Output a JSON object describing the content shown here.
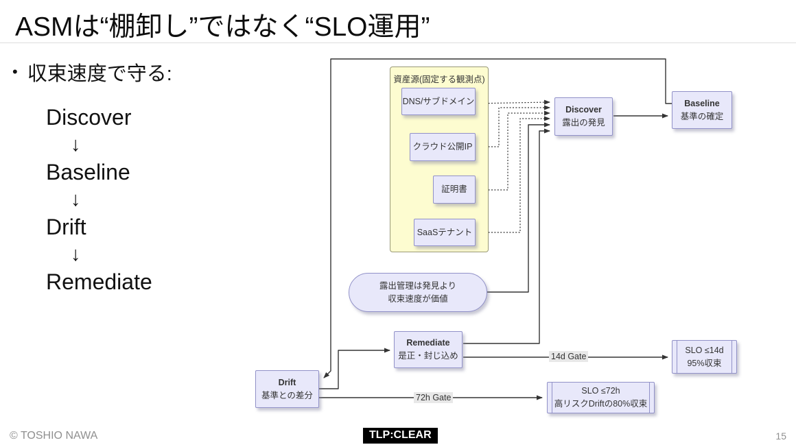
{
  "slide": {
    "title": "ASMは“棚卸し”ではなく“SLO運用”",
    "bullet": {
      "marker": "•",
      "text": "収束速度で守る:"
    },
    "flow_steps": [
      "Discover",
      "↓",
      "Baseline",
      "↓",
      "Drift",
      "↓",
      "Remediate"
    ]
  },
  "diagram": {
    "cluster": {
      "label": "資産源(固定する観測点)",
      "items": [
        "DNS/サブドメイン",
        "クラウド公開IP",
        "証明書",
        "SaaSテナント"
      ]
    },
    "nodes": {
      "discover": {
        "title": "Discover",
        "subtitle": "露出の発見"
      },
      "baseline": {
        "title": "Baseline",
        "subtitle": "基準の確定"
      },
      "drift": {
        "title": "Drift",
        "subtitle": "基準との差分"
      },
      "remediate": {
        "title": "Remediate",
        "subtitle": "是正・封じ込め"
      },
      "value_note": {
        "line1": "露出管理は発見より",
        "line2": "収束速度が価値"
      },
      "slo_14d": {
        "title": "SLO ≤14d",
        "subtitle": "95%収束"
      },
      "slo_72h": {
        "title": "SLO ≤72h",
        "subtitle": "高リスクDriftの80%収束"
      }
    },
    "edge_labels": {
      "gate_14d": "14d Gate",
      "gate_72h": "72h Gate"
    }
  },
  "footer": {
    "copyright": "© TOSHIO NAWA",
    "tlp_badge": "TLP:CLEAR",
    "page_number": "15"
  },
  "colors": {
    "node-fill": "#e8e8fa",
    "node-border": "#9191c8",
    "cluster-fill": "#fdfcd0",
    "cluster-border": "#999977",
    "edge": "#333333",
    "edge-label-bg": "#e8e8e8",
    "divider": "#dddddd",
    "tlp-bg": "#000000",
    "tlp-text": "#ffffff",
    "footer-text": "#8f8f8f"
  }
}
